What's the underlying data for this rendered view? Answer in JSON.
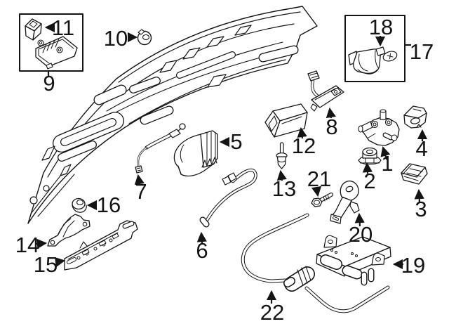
{
  "diagram": {
    "type": "exploded-parts-diagram",
    "subject": "liftgate-lock-hardware-line-art",
    "background_color": "#ffffff",
    "line_color": "#141414",
    "callouts": [
      {
        "number": "1"
      },
      {
        "number": "2"
      },
      {
        "number": "3"
      },
      {
        "number": "4"
      },
      {
        "number": "5"
      },
      {
        "number": "6"
      },
      {
        "number": "7"
      },
      {
        "number": "8"
      },
      {
        "number": "9"
      },
      {
        "number": "10"
      },
      {
        "number": "11"
      },
      {
        "number": "12"
      },
      {
        "number": "13"
      },
      {
        "number": "14"
      },
      {
        "number": "15"
      },
      {
        "number": "16"
      },
      {
        "number": "17"
      },
      {
        "number": "18"
      },
      {
        "number": "19"
      },
      {
        "number": "20"
      },
      {
        "number": "21"
      },
      {
        "number": "22"
      }
    ]
  }
}
